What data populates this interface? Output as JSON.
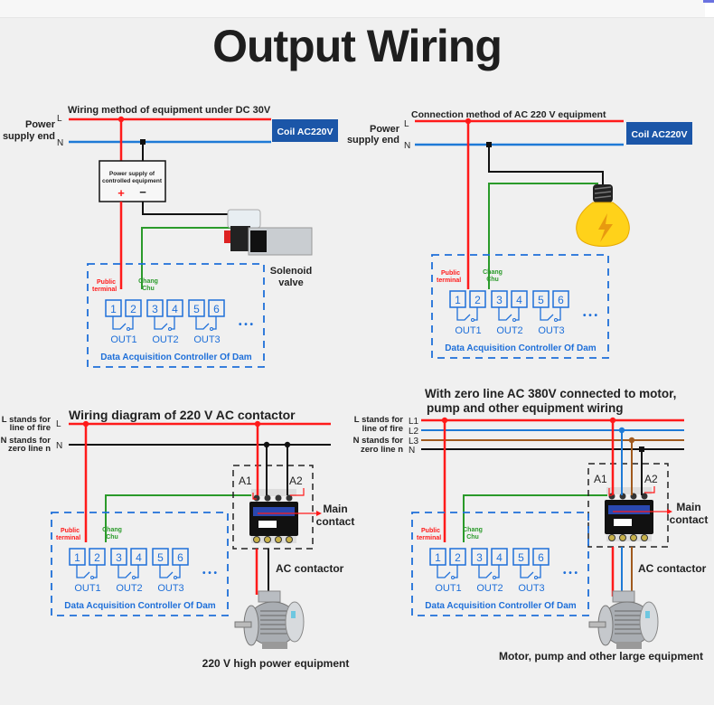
{
  "header": {
    "title": "Output Wiring"
  },
  "colors": {
    "live": "#ff1a1a",
    "neutral": "#1e7ad6",
    "black": "#111111",
    "green": "#2a9a2a",
    "brown": "#a05a1e",
    "controller": "#1e6fd9",
    "coil_bg": "#1b56a8"
  },
  "panels": [
    {
      "title": "Wiring method of equipment under DC 30V",
      "supply_label_line1": "Power",
      "supply_label_line2": "supply end",
      "line_L": "L",
      "line_N": "N",
      "coil": "Coil AC220V",
      "psu_line1": "Power supply of",
      "psu_line2": "controlled equipment",
      "psu_plus": "+",
      "psu_minus": "−",
      "device": [
        "Solenoid",
        "valve"
      ],
      "public_terminal": [
        "Public",
        "terminal"
      ],
      "chang_chu": [
        "Chang",
        "Chu"
      ],
      "terminals": [
        "1",
        "2",
        "3",
        "4",
        "5",
        "6"
      ],
      "outputs": [
        "OUT1",
        "OUT2",
        "OUT3"
      ],
      "more": "• • •",
      "controller_label": "Data Acquisition Controller Of Dam"
    },
    {
      "title": "Connection method of AC 220 V equipment",
      "supply_label_line1": "Power",
      "supply_label_line2": "supply end",
      "line_L": "L",
      "line_N": "N",
      "coil": "Coil AC220V",
      "device": [
        "Light bulb"
      ],
      "public_terminal": [
        "Public",
        "terminal"
      ],
      "chang_chu": [
        "Chang",
        "Chu"
      ],
      "terminals": [
        "1",
        "2",
        "3",
        "4",
        "5",
        "6"
      ],
      "outputs": [
        "OUT1",
        "OUT2",
        "OUT3"
      ],
      "more": "• • •",
      "controller_label": "Data Acquisition Controller Of Dam"
    },
    {
      "title": "Wiring diagram of 220 V AC contactor",
      "l_label": [
        "L stands for",
        "line of fire"
      ],
      "n_label": [
        "N stands for",
        "zero line n"
      ],
      "line_L": "L",
      "line_N": "N",
      "a1": "A1",
      "a2": "A2",
      "main_contact": [
        "Main",
        "contact"
      ],
      "contactor_label": "AC contactor",
      "public_terminal": [
        "Public",
        "terminal"
      ],
      "chang_chu": [
        "Chang",
        "Chu"
      ],
      "terminals": [
        "1",
        "2",
        "3",
        "4",
        "5",
        "6"
      ],
      "outputs": [
        "OUT1",
        "OUT2",
        "OUT3"
      ],
      "more": "• • •",
      "controller_label": "Data Acquisition Controller Of Dam",
      "equipment_label": "220 V high power equipment"
    },
    {
      "title_line1": "With zero line AC 380V connected to motor,",
      "title_line2": "pump and other equipment wiring",
      "l_label": [
        "L stands for",
        "line of fire"
      ],
      "n_label": [
        "N stands for",
        "zero line n"
      ],
      "lines": [
        "L1",
        "L2",
        "L3",
        "N"
      ],
      "a1": "A1",
      "a2": "A2",
      "main_contact": [
        "Main",
        "contact"
      ],
      "contactor_label": "AC contactor",
      "public_terminal": [
        "Public",
        "terminal"
      ],
      "chang_chu": [
        "Chang",
        "Chu"
      ],
      "terminals": [
        "1",
        "2",
        "3",
        "4",
        "5",
        "6"
      ],
      "outputs": [
        "OUT1",
        "OUT2",
        "OUT3"
      ],
      "more": "• • •",
      "controller_label": "Data Acquisition Controller Of Dam",
      "equipment_label": "Motor, pump and other large equipment"
    }
  ]
}
